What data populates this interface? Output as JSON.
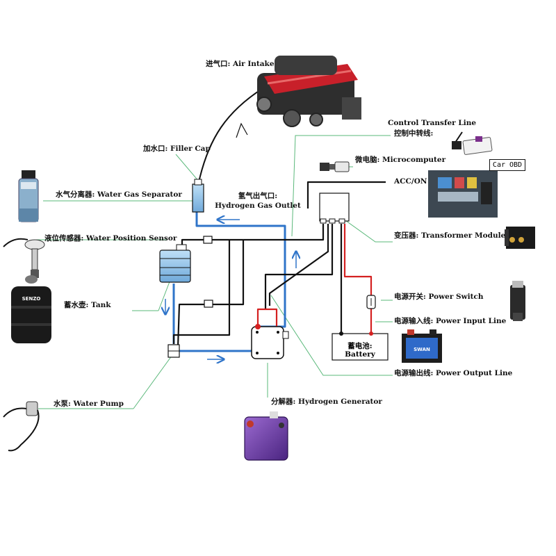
{
  "colors": {
    "water_line": "#2f74c9",
    "power_line": "#d42020",
    "signal_line": "#111111",
    "leader_line": "#5ab87a",
    "engine_red": "#c8202a",
    "generator_purple": "#6a3aa0"
  },
  "labels": {
    "air_intake": "进气口: Air Intake",
    "filler_cap": "加水口: Filler Cap",
    "water_gas_separator": "水气分离器: Water Gas Separator",
    "hydrogen_outlet_cn": "氢气出气口:",
    "hydrogen_outlet_en": "Hydrogen Gas Outlet",
    "water_position_sensor": "液位传感器: Water Position Sensor",
    "tank": "蓄水壶: Tank",
    "water_pump": "水泵: Water Pump",
    "hydrogen_generator": "分解器: Hydrogen Generator",
    "control_transfer_en": "Control Transfer Line",
    "control_transfer_cn": "控制中转线:",
    "microcomputer": "微电脑: Microcomputer",
    "car_obd": "Car OBD",
    "acc_on": "ACC/ON",
    "transformer_module": "变压器: Transformer Module",
    "power_switch": "电源开关: Power Switch",
    "power_input_line": "电源输入线: Power Input Line",
    "battery_cn": "蓄电池:",
    "battery_en": "Battery",
    "power_output_line": "电源输出线: Power Output Line"
  },
  "icons": {
    "engine": "engine-icon",
    "separator": "water-gas-separator-icon",
    "sensor": "water-position-sensor-icon",
    "tank": "tank-icon",
    "pump": "water-pump-icon",
    "generator": "hydrogen-generator-icon",
    "control_line": "control-transfer-line-icon",
    "microcomputer": "microcomputer-icon",
    "fuse_box": "fuse-box-icon",
    "transformer": "transformer-module-icon",
    "switch": "power-switch-icon",
    "battery": "car-battery-icon"
  },
  "product_marks": {
    "tank_brand": "SENZO",
    "battery_brand": "SWAN"
  }
}
